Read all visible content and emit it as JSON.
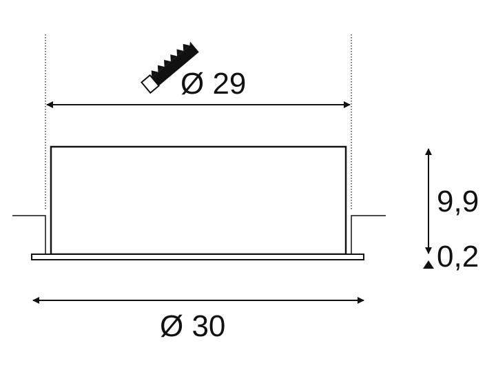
{
  "dimensions": {
    "cutout_diameter": "Ø 29",
    "outer_diameter": "Ø 30",
    "body_height": "9,9",
    "flange_thickness": "0,2"
  },
  "icons": {
    "cutout_tool": "hole-saw-icon"
  },
  "colors": {
    "line": "#111111",
    "background": "#ffffff"
  }
}
